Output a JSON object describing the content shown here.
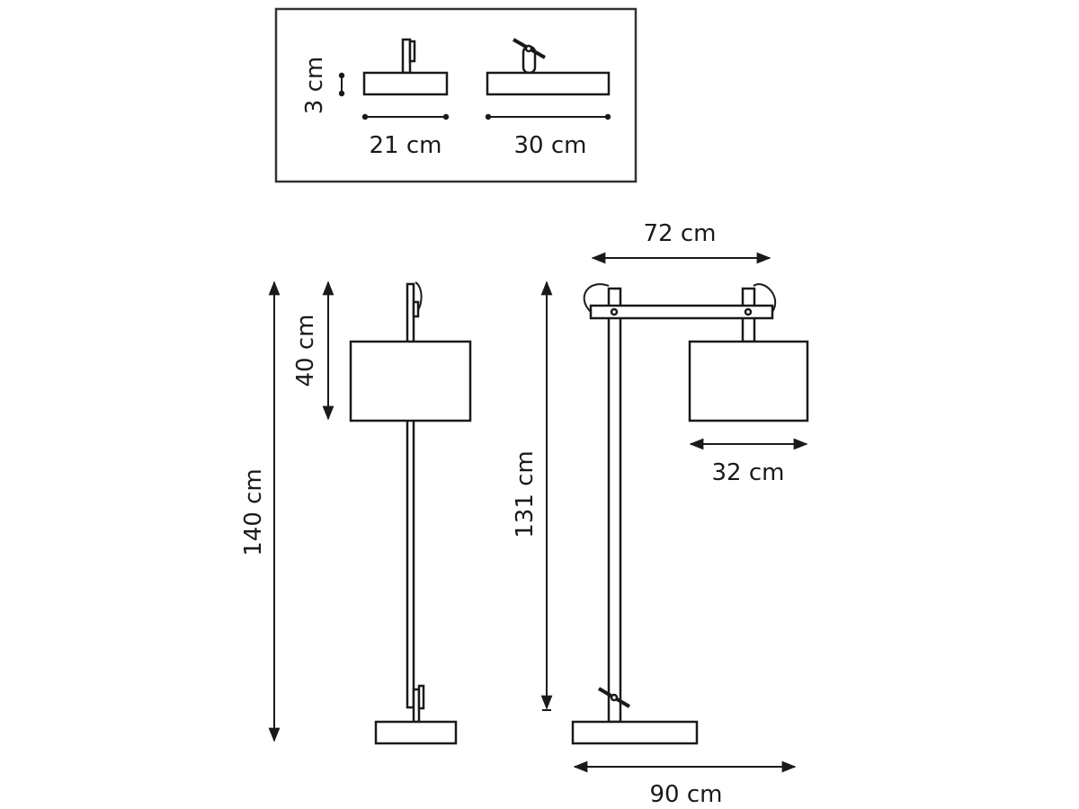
{
  "inset": {
    "height_label": "3 cm",
    "width_small_label": "21 cm",
    "width_large_label": "30 cm"
  },
  "side_view": {
    "total_height_label": "140 cm",
    "shade_drop_label": "40 cm"
  },
  "front_view": {
    "arm_width_label": "72 cm",
    "shade_width_label": "32 cm",
    "height_label": "131 cm",
    "base_width_label": "90 cm"
  }
}
